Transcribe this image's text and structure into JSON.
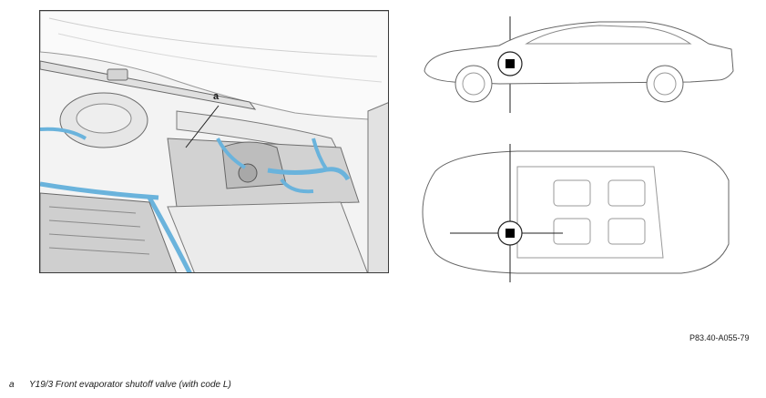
{
  "figure": {
    "callout": "a",
    "code": "P83.40-A055-79"
  },
  "legend": [
    {
      "key": "a",
      "text": "Y19/3 Front evaporator shutoff valve (with code L)"
    }
  ],
  "colors": {
    "hose_blue": "#6ab3dc",
    "line": "#5a5a5a",
    "marker": "#000000"
  }
}
